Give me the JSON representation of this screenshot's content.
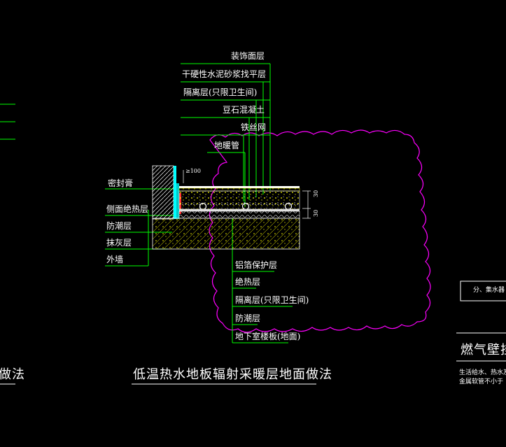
{
  "top_callout": {
    "labels": [
      "装饰面层",
      "干硬性水泥砂浆找平层",
      "隔离层(只限卫生间)",
      "豆石混凝土",
      "铁丝网",
      "地暖管"
    ]
  },
  "left_callout": {
    "labels": [
      "密封膏",
      "侧面绝热层",
      "防潮层",
      "抹灰层",
      "外墙"
    ]
  },
  "bottom_callout": {
    "labels": [
      "铝箔保护层",
      "绝热层",
      "隔离层(只限卫生间)",
      "防潮层",
      "地下室楼板(地面)"
    ]
  },
  "dimensions": {
    "gap": "≥100",
    "layer_upper": "30",
    "layer_lower": "30"
  },
  "main_title": "低温热水地板辐射采暖层地面做法",
  "left_title_fragment": "做法",
  "right_panel": {
    "box_label": "分、集水器",
    "title_fragment": "燃气壁挂",
    "note_line1": "生活给水、热水及",
    "note_line2": "金属软管不小于"
  },
  "colors": {
    "background": "#000000",
    "leader": "#00ff00",
    "cloud": "#ff00ff",
    "wall": "#00ffff",
    "text": "#ffffff",
    "hatch": "#ffff00",
    "accent": "#ff3333"
  }
}
